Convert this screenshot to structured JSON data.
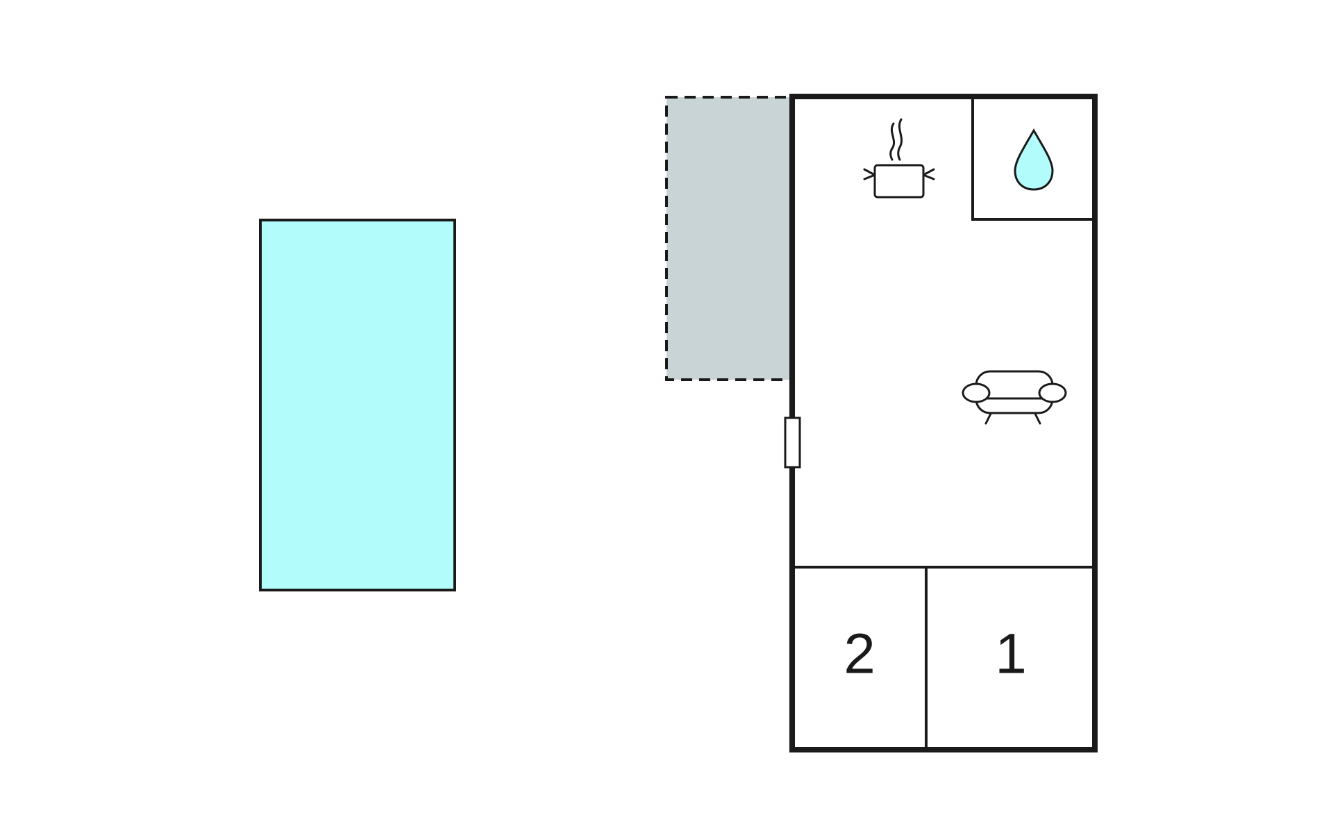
{
  "colors": {
    "background": "#ffffff",
    "wall": "#1a1a1a",
    "pool": "#b3fcfc",
    "terrace": "#c9d4d6",
    "water_drop": "#b3fcfc"
  },
  "areas": {
    "pool": {
      "icon": "pool-area"
    },
    "terrace": {
      "icon": "covered-terrace-area"
    },
    "kitchen": {
      "icon": "cooking-pot-icon"
    },
    "bathroom": {
      "icon": "water-drop-icon"
    },
    "living_room": {
      "icon": "sofa-icon"
    },
    "entrance": {
      "icon": "door-marker"
    }
  },
  "rooms": [
    {
      "number": "2"
    },
    {
      "number": "1"
    }
  ]
}
